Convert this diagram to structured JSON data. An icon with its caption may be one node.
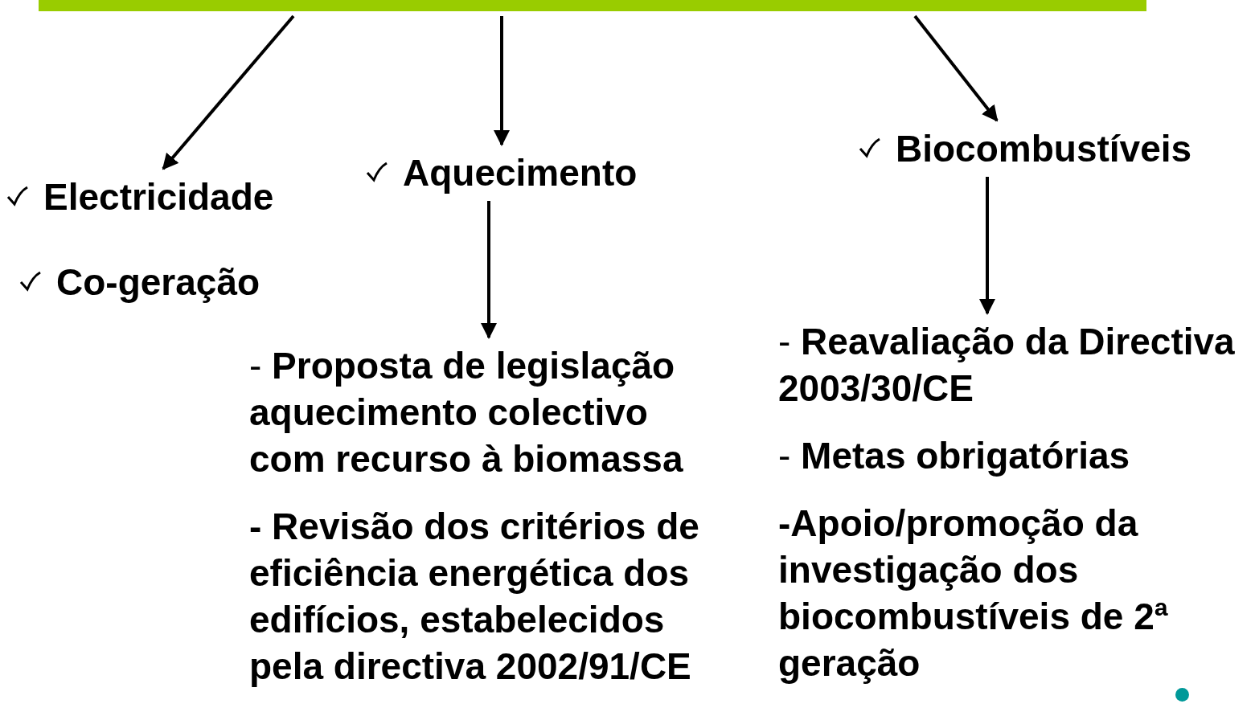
{
  "diagram": {
    "nodes": [
      {
        "text": [],
        "shape": "bar"
      },
      {
        "text": [
          "Electricidade"
        ]
      },
      {
        "text": [
          "Aquecimento"
        ]
      },
      {
        "text": [
          "Biocombustíveis"
        ]
      },
      {
        "text": [
          "- **Proposta de legislação aquecimento colectivo com recurso à biomassa**",
          "- Revisão dos critérios de eficiência energética dos edifícios, estabelecidos pela directiva 2002/91/CE"
        ]
      },
      {
        "text": [
          "- **Reavaliação da Directiva 2003/30/CE**",
          "- **Metas obrigatórias**",
          "-Apoio/promoção da investigação dos biocombustíveis de 2ª geração"
        ]
      }
    ],
    "edges": [
      {
        "from": 0,
        "to": 1,
        "arrow": "to"
      },
      {
        "from": 0,
        "to": 2,
        "arrow": "to"
      },
      {
        "from": 0,
        "to": 3,
        "arrow": "to"
      },
      {
        "from": 2,
        "to": 4,
        "arrow": "to"
      },
      {
        "from": 3,
        "to": 5,
        "arrow": "to"
      }
    ],
    "labels": [
      "Co-geração"
    ]
  }
}
